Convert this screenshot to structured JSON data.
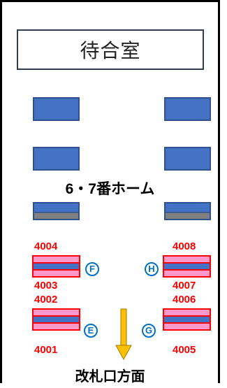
{
  "room": {
    "label": "待合室"
  },
  "platform": {
    "title": "6・7番ホーム"
  },
  "exit": {
    "label": "改札口方面"
  },
  "stops": {
    "s4004": "4004",
    "s4003": "4003",
    "s4002": "4002",
    "s4001": "4001",
    "s4008": "4008",
    "s4007": "4007",
    "s4006": "4006",
    "s4005": "4005"
  },
  "letters": {
    "F": "F",
    "E": "E",
    "H": "H",
    "G": "G"
  },
  "colors": {
    "bench": "#4472c4",
    "stop_border": "#ff0000",
    "stop_fill": "#ff99cc",
    "letter": "#0070c0",
    "arrow": "#ffc000"
  }
}
